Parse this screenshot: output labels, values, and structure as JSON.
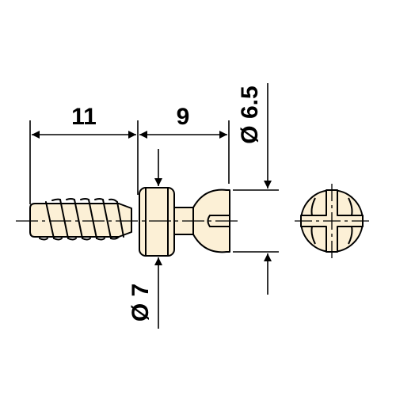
{
  "dimensions": {
    "thread_length": "11",
    "head_length": "9",
    "head_diameter": "Ø 6.5",
    "collar_diameter": "Ø 7"
  },
  "colors": {
    "line": "#000000",
    "fill": "#fcf0d6",
    "background": "#ffffff"
  }
}
